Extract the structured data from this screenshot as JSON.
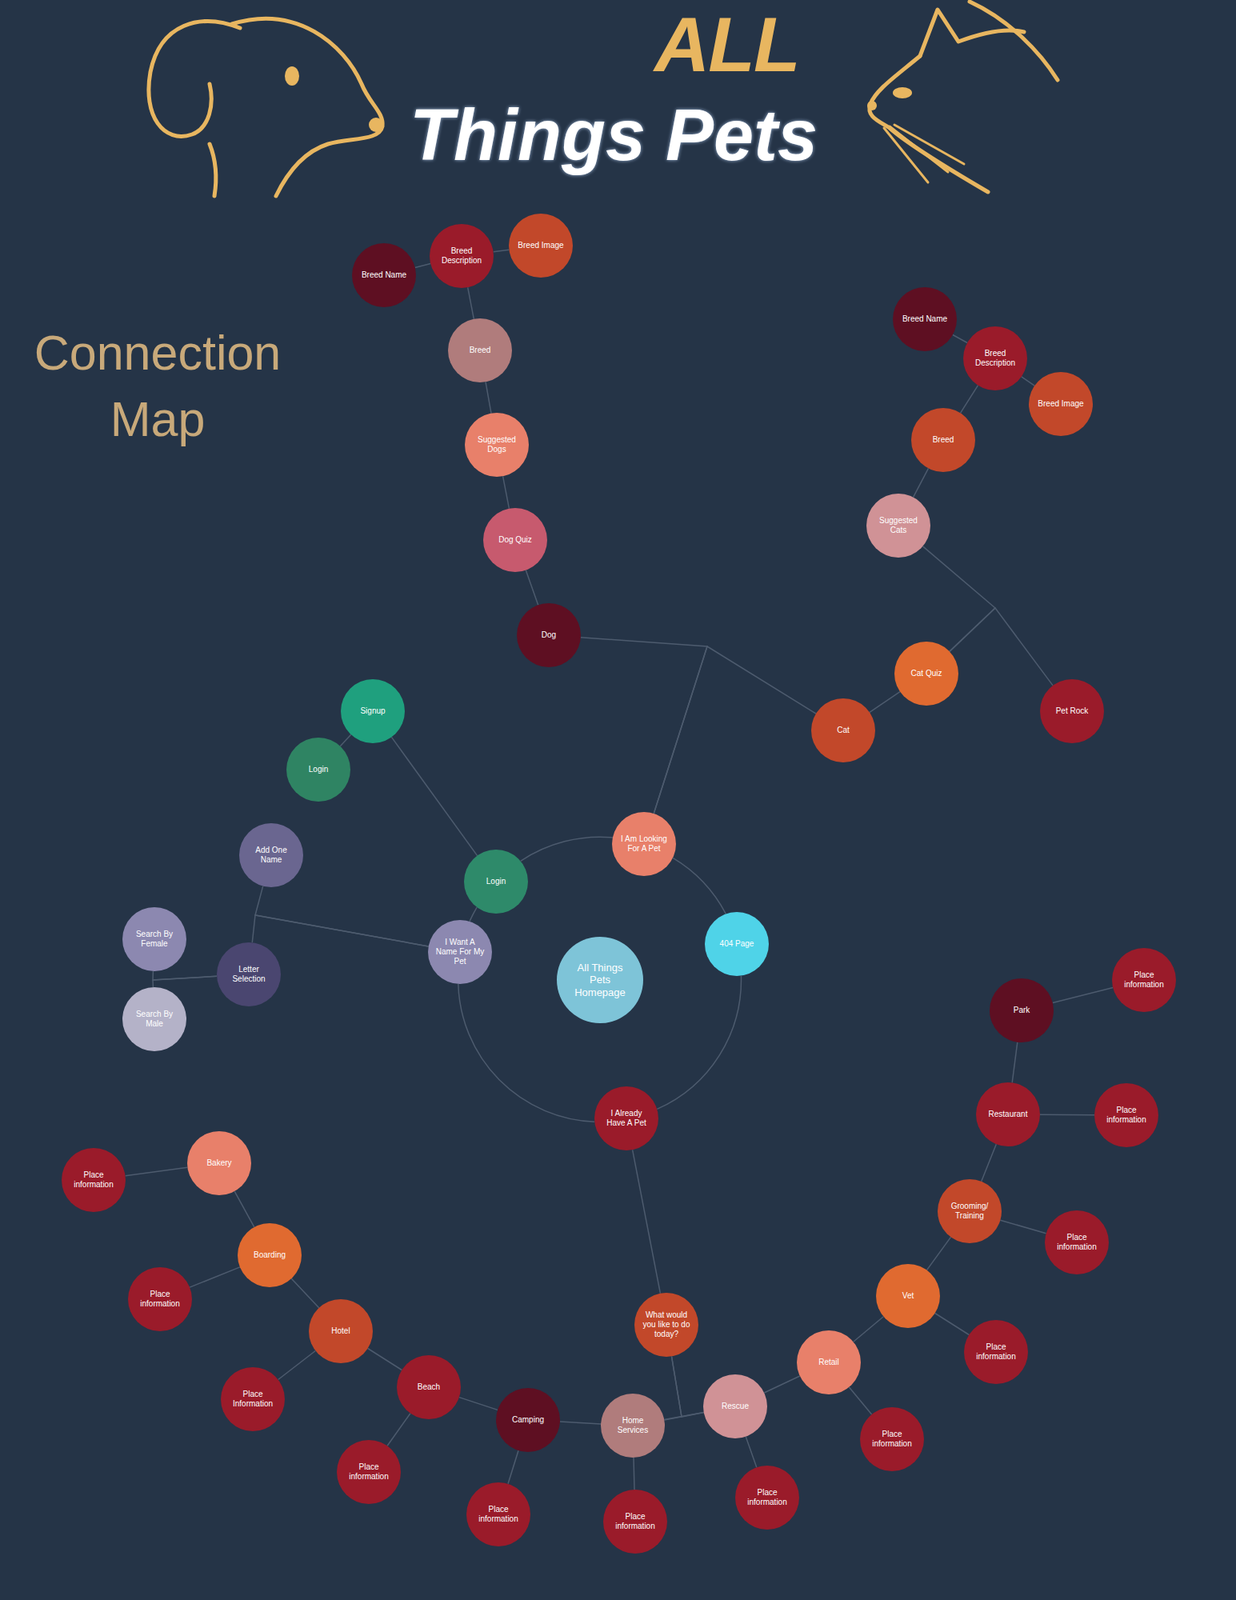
{
  "diagram": {
    "title": "Connection Map",
    "nodes": [
      {
        "text": [
          "All Things Pets Homepage"
        ]
      },
      {
        "text": [
          "Login"
        ]
      },
      {
        "text": [
          "I Am Looking For A Pet"
        ]
      },
      {
        "text": [
          "404 Page"
        ]
      },
      {
        "text": [
          "I Already Have A Pet"
        ]
      },
      {
        "text": [
          "I Want A Name For My Pet"
        ]
      },
      {
        "text": [
          "Signup"
        ]
      },
      {
        "text": [
          "Login"
        ]
      },
      {
        "text": [
          "Add One Name"
        ]
      },
      {
        "text": [
          "Letter Selection"
        ]
      },
      {
        "text": [
          "Search By Female"
        ]
      },
      {
        "text": [
          "Search By Male"
        ]
      },
      {
        "text": [
          "Dog"
        ]
      },
      {
        "text": [
          "Dog Quiz"
        ]
      },
      {
        "text": [
          "Suggested Dogs"
        ]
      },
      {
        "text": [
          "Breed"
        ]
      },
      {
        "text": [
          "Breed Description"
        ]
      },
      {
        "text": [
          "Breed Name"
        ]
      },
      {
        "text": [
          "Breed Image"
        ]
      },
      {
        "text": [
          "Cat"
        ]
      },
      {
        "text": [
          "Cat Quiz"
        ]
      },
      {
        "text": [
          "Suggested Cats"
        ]
      },
      {
        "text": [
          "Breed"
        ]
      },
      {
        "text": [
          "Breed Description"
        ]
      },
      {
        "text": [
          "Breed Name"
        ]
      },
      {
        "text": [
          "Breed Image"
        ]
      },
      {
        "text": [
          "Pet Rock"
        ]
      },
      {
        "text": [
          "What would you like to do today?"
        ]
      },
      {
        "text": [
          "Home Services"
        ]
      },
      {
        "text": [
          "Place information"
        ]
      },
      {
        "text": [
          "Camping"
        ]
      },
      {
        "text": [
          "Place information"
        ]
      },
      {
        "text": [
          "Beach"
        ]
      },
      {
        "text": [
          "Place information"
        ]
      },
      {
        "text": [
          "Hotel"
        ]
      },
      {
        "text": [
          "Place Information"
        ]
      },
      {
        "text": [
          "Boarding"
        ]
      },
      {
        "text": [
          "Place information"
        ]
      },
      {
        "text": [
          "Bakery"
        ]
      },
      {
        "text": [
          "Place information"
        ]
      },
      {
        "text": [
          "Rescue"
        ]
      },
      {
        "text": [
          "Place information"
        ]
      },
      {
        "text": [
          "Retail"
        ]
      },
      {
        "text": [
          "Place information"
        ]
      },
      {
        "text": [
          "Vet"
        ]
      },
      {
        "text": [
          "Place information"
        ]
      },
      {
        "text": [
          "Grooming/ Training"
        ]
      },
      {
        "text": [
          "Place information"
        ]
      },
      {
        "text": [
          "Restaurant"
        ]
      },
      {
        "text": [
          "Place information"
        ]
      },
      {
        "text": [
          "Park"
        ]
      },
      {
        "text": [
          "Place information"
        ]
      }
    ],
    "edges": [
      {
        "from": 1,
        "to": 2,
        "arrow": "none"
      },
      {
        "from": 2,
        "to": 3,
        "arrow": "none"
      },
      {
        "from": 3,
        "to": 4,
        "arrow": "none"
      },
      {
        "from": 4,
        "to": 5,
        "arrow": "none"
      },
      {
        "from": 1,
        "to": 5,
        "arrow": "none"
      },
      {
        "from": 1,
        "to": 6,
        "arrow": "none"
      },
      {
        "from": 6,
        "to": 7,
        "arrow": "none"
      },
      {
        "from": 5,
        "to": 8,
        "arrow": "none"
      },
      {
        "from": 5,
        "to": 9,
        "arrow": "none"
      },
      {
        "from": 9,
        "to": 10,
        "arrow": "none"
      },
      {
        "from": 9,
        "to": 11,
        "arrow": "none"
      },
      {
        "from": 2,
        "to": 12,
        "arrow": "none"
      },
      {
        "from": 2,
        "to": 19,
        "arrow": "none"
      },
      {
        "from": 12,
        "to": 13,
        "arrow": "none"
      },
      {
        "from": 13,
        "to": 14,
        "arrow": "none"
      },
      {
        "from": 14,
        "to": 15,
        "arrow": "none"
      },
      {
        "from": 15,
        "to": 16,
        "arrow": "none"
      },
      {
        "from": 16,
        "to": 17,
        "arrow": "none"
      },
      {
        "from": 16,
        "to": 18,
        "arrow": "none"
      },
      {
        "from": 19,
        "to": 20,
        "arrow": "none"
      },
      {
        "from": 20,
        "to": 21,
        "arrow": "none"
      },
      {
        "from": 20,
        "to": 26,
        "arrow": "none"
      },
      {
        "from": 21,
        "to": 22,
        "arrow": "none"
      },
      {
        "from": 22,
        "to": 23,
        "arrow": "none"
      },
      {
        "from": 23,
        "to": 24,
        "arrow": "none"
      },
      {
        "from": 23,
        "to": 25,
        "arrow": "none"
      },
      {
        "from": 4,
        "to": 27,
        "arrow": "none"
      },
      {
        "from": 27,
        "to": 28,
        "arrow": "none"
      },
      {
        "from": 27,
        "to": 40,
        "arrow": "none"
      },
      {
        "from": 38,
        "to": 39,
        "arrow": "none"
      },
      {
        "from": 38,
        "to": 36,
        "arrow": "none"
      },
      {
        "from": 36,
        "to": 37,
        "arrow": "none"
      },
      {
        "from": 36,
        "to": 34,
        "arrow": "none"
      },
      {
        "from": 34,
        "to": 35,
        "arrow": "none"
      },
      {
        "from": 34,
        "to": 32,
        "arrow": "none"
      },
      {
        "from": 32,
        "to": 33,
        "arrow": "none"
      },
      {
        "from": 32,
        "to": 30,
        "arrow": "none"
      },
      {
        "from": 30,
        "to": 31,
        "arrow": "none"
      },
      {
        "from": 30,
        "to": 28,
        "arrow": "none"
      },
      {
        "from": 28,
        "to": 29,
        "arrow": "none"
      },
      {
        "from": 28,
        "to": 40,
        "arrow": "none"
      },
      {
        "from": 40,
        "to": 41,
        "arrow": "none"
      },
      {
        "from": 40,
        "to": 42,
        "arrow": "none"
      },
      {
        "from": 42,
        "to": 43,
        "arrow": "none"
      },
      {
        "from": 42,
        "to": 44,
        "arrow": "none"
      },
      {
        "from": 44,
        "to": 45,
        "arrow": "none"
      },
      {
        "from": 44,
        "to": 46,
        "arrow": "none"
      },
      {
        "from": 46,
        "to": 47,
        "arrow": "none"
      },
      {
        "from": 46,
        "to": 48,
        "arrow": "none"
      },
      {
        "from": 48,
        "to": 49,
        "arrow": "none"
      },
      {
        "from": 48,
        "to": 50,
        "arrow": "none"
      },
      {
        "from": 50,
        "to": 51,
        "arrow": "none"
      }
    ],
    "labels": [
      "ALL",
      "Things Pets"
    ]
  }
}
